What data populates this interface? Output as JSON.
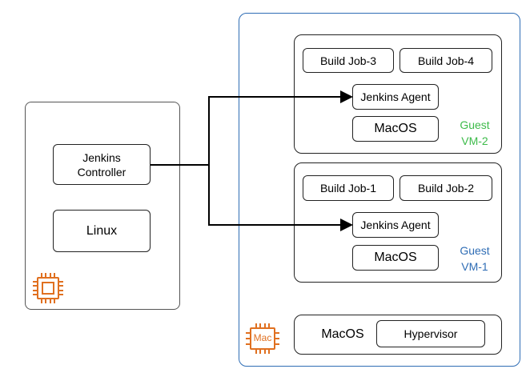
{
  "left_host": {
    "controller_line1": "Jenkins",
    "controller_line2": "Controller",
    "os": "Linux"
  },
  "mac_host": {
    "chip_label": "Mac",
    "os": "MacOS",
    "hypervisor": "Hypervisor"
  },
  "vm2": {
    "jobs": [
      "Build Job-3",
      "Build Job-4"
    ],
    "agent": "Jenkins Agent",
    "os": "MacOS",
    "label_line1": "Guest",
    "label_line2": "VM-2",
    "label_color": "#3dbb4a"
  },
  "vm1": {
    "jobs": [
      "Build Job-1",
      "Build Job-2"
    ],
    "agent": "Jenkins Agent",
    "os": "MacOS",
    "label_line1": "Guest",
    "label_line2": "VM-1",
    "label_color": "#2f6db5"
  },
  "colors": {
    "chip_orange": "#e07020",
    "mac_border": "#2f6db5"
  }
}
